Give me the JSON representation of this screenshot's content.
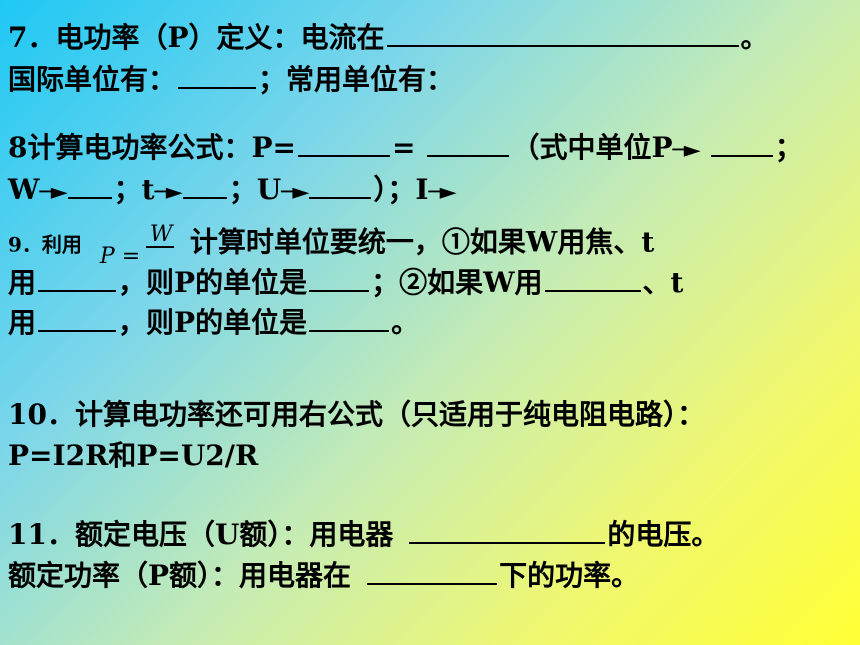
{
  "item7": {
    "line1": "7．电功率（P）定义：电流在",
    "line1_end": "。",
    "line2_a": "国际单位有：",
    "line2_b": "；常用单位有："
  },
  "item8": {
    "line1_a": "8计算电功率公式：P=",
    "line1_eq": "=",
    "line1_b": "（式中单位P",
    "line1_semi": "；",
    "line2_w": "W",
    "line2_semi1": "；t",
    "line2_semi2": "；U",
    "line2_end": "）；I"
  },
  "item9": {
    "prefix": "9．利用",
    "formula_p": "P =",
    "formula_w": "W",
    "line1_rest": "计算时单位要统一，①如果W用焦、t",
    "line2_a": "用",
    "line2_b": "，则P的单位是",
    "line2_c": "；②如果W用",
    "line2_d": "、t",
    "line3_a": "用",
    "line3_b": "，则P的单位是",
    "line3_c": "。"
  },
  "item10": {
    "line1": "10．计算电功率还可用右公式（只适用于纯电阻电路）：",
    "line2": "P=I2R和P=U2/R"
  },
  "item11": {
    "line1_a": "11．额定电压（U额）：用电器",
    "line1_b": "的电压。",
    "line2_a": "额定功率（P额）：用电器在",
    "line2_b": "下的功率。"
  },
  "icons": {
    "arrow": "right-arrow-icon"
  }
}
